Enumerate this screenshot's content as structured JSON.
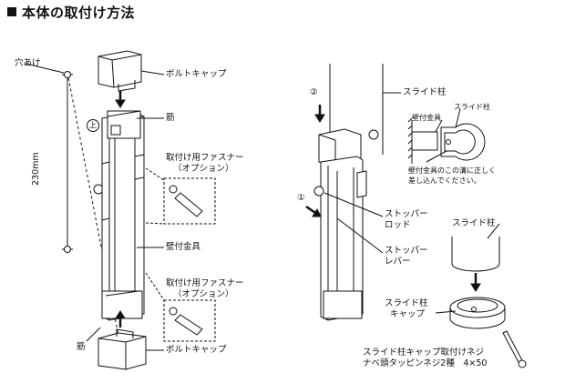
{
  "title": "本体の取付け方法",
  "left": {
    "hole": "穴あけ",
    "bolt_cap_top": "ボルトキャップ",
    "muscle_top": "筋",
    "up_mark": "上",
    "fastener_top": [
      "取付け用ファスナー",
      "（オプション）"
    ],
    "dimension": "230mm",
    "wall_bracket": "壁付金具",
    "fastener_bottom": [
      "取付け用ファスナー",
      "（オプション）"
    ],
    "muscle_bottom": "筋",
    "bolt_cap_bottom": "ボルトキャップ"
  },
  "right": {
    "step2": "②",
    "slide_pillar_top": "スライド柱",
    "inset_wall": "壁付金具",
    "inset_slide": "スライド柱",
    "inset_note": [
      "壁付金具のこの溝に正しく",
      "差し込んでください。"
    ],
    "step1": "①",
    "stopper_rod": [
      "ストッパー",
      "ロッド"
    ],
    "stopper_lever": [
      "ストッパー",
      "レバー"
    ],
    "slide_pillar_mid": "スライド柱",
    "slide_cap": [
      "スライド柱",
      "キャップ"
    ],
    "screw_note": [
      "スライド柱キャップ取付けネジ",
      "ナベ頭タッピンネジ2種　4×50"
    ]
  }
}
